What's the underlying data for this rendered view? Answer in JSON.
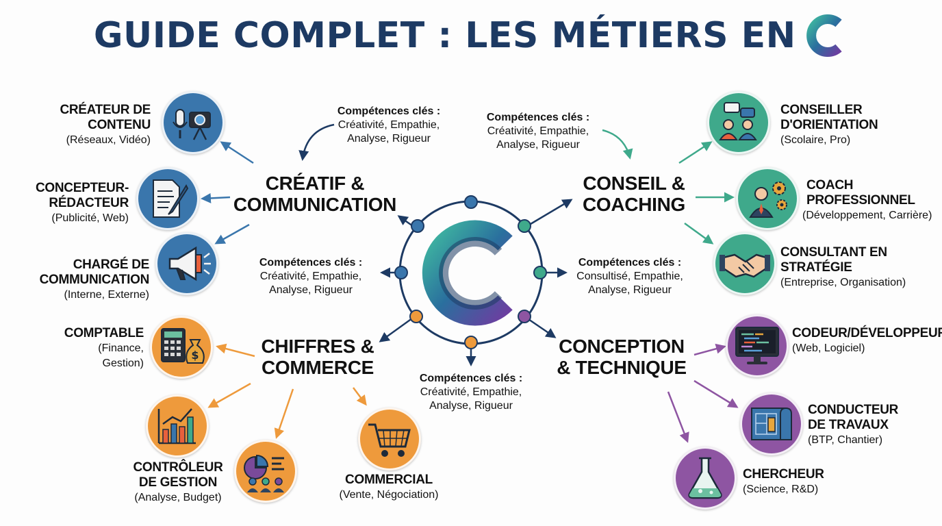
{
  "title": "GUIDE COMPLET : LES MÉTIERS EN",
  "colors": {
    "blue": "#3a76ac",
    "green": "#3fa98b",
    "orange": "#ee9a3c",
    "purple": "#8e55a2",
    "navy": "#1d3a63"
  },
  "center": {
    "logo": "c-logo-icon"
  },
  "categories": {
    "creatif": {
      "line1": "CRÉATIF &",
      "line2": "COMMUNICATION"
    },
    "conseil": {
      "line1": "CONSEIL &",
      "line2": "COACHING"
    },
    "chiffres": {
      "line1": "CHIFFRES &",
      "line2": "COMMERCE"
    },
    "conception": {
      "line1": "CONCEPTION",
      "line2": "& TECHNIQUE"
    }
  },
  "competences": {
    "top_left": {
      "title": "Compétences clés :",
      "line1": "Créativité, Empathie,",
      "line2": "Analyse, Rigueur"
    },
    "top_right": {
      "title": "Compétences clés :",
      "line1": "Créativité, Empathie,",
      "line2": "Analyse, Rigueur"
    },
    "mid_left": {
      "title": "Compétences clés :",
      "line1": "Créativité, Empathie,",
      "line2": "Analyse, Rigueur"
    },
    "mid_right": {
      "title": "Compétences clés :",
      "line1": "Consultisé, Empathie,",
      "line2": "Analyse, Rigueur"
    },
    "bottom": {
      "title": "Compétences clés :",
      "line1": "Créativité, Empathie,",
      "line2": "Analyse, Rigueur"
    }
  },
  "jobs": {
    "createur": {
      "name1": "CRÉATEUR DE",
      "name2": "CONTENU",
      "desc": "(Réseaux, Vidéo)",
      "icon": "microphone-camera-icon"
    },
    "concepteur": {
      "name1": "CONCEPTEUR-",
      "name2": "RÉDACTEUR",
      "desc": "(Publicité, Web)",
      "icon": "document-pen-icon"
    },
    "charge": {
      "name1": "CHARGÉ DE",
      "name2": "COMMUNICATION",
      "desc": "(Interne, Externe)",
      "icon": "megaphone-icon"
    },
    "conseiller": {
      "name1": "CONSEILLER",
      "name2": "D'ORIENTATION",
      "desc": "(Scolaire, Pro)",
      "icon": "people-chat-icon"
    },
    "coach": {
      "name1": "COACH",
      "name2": "PROFESSIONNEL",
      "desc": "(Développement, Carrière)",
      "icon": "person-gears-icon"
    },
    "consultant": {
      "name1": "CONSULTANT EN",
      "name2": "STRATÉGIE",
      "desc": "(Entreprise, Organisation)",
      "icon": "handshake-icon"
    },
    "comptable": {
      "name1": "COMPTABLE",
      "desc1": "(Finance,",
      "desc2": "Gestion)",
      "icon": "calculator-moneybag-icon"
    },
    "controleur": {
      "name1": "CONTRÔLEUR",
      "name2": "DE GESTION",
      "desc": "(Analyse, Budget)",
      "icon": "bar-chart-icon"
    },
    "commercial": {
      "name1": "COMMERCIAL",
      "desc": "(Vente, Négociation)",
      "icon": "shopping-cart-icon"
    },
    "presentation": {
      "icon": "presentation-team-icon"
    },
    "codeur": {
      "name1": "CODEUR/DÉVELOPPEUR",
      "desc": "(Web, Logiciel)",
      "icon": "computer-code-icon"
    },
    "conducteur": {
      "name1": "CONDUCTEUR",
      "name2": "DE TRAVAUX",
      "desc": "(BTP, Chantier)",
      "icon": "blueprint-icon"
    },
    "chercheur": {
      "name1": "CHERCHEUR",
      "desc": "(Science, R&D)",
      "icon": "flask-icon"
    }
  }
}
